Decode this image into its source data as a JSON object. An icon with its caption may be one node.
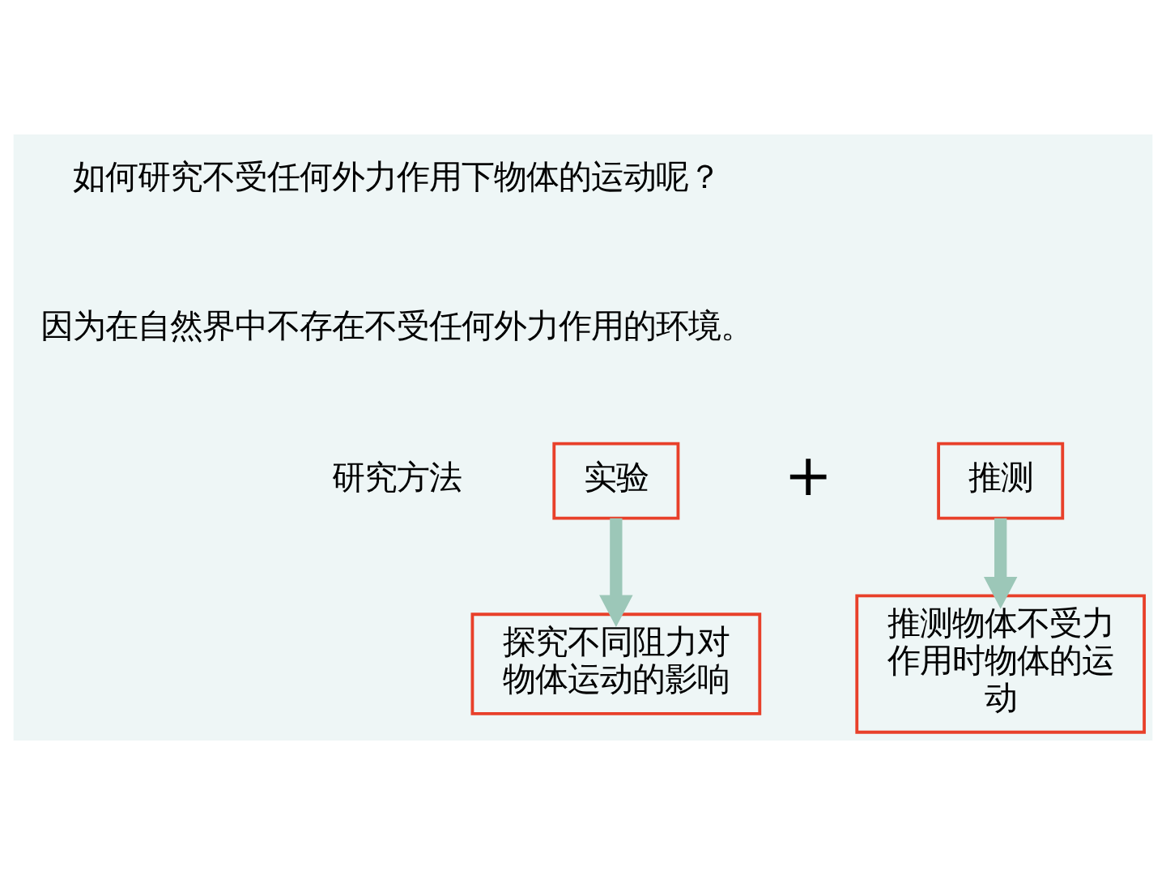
{
  "diagram": {
    "nodes": [
      {
        "text": [
          "实验"
        ]
      },
      {
        "text": [
          "推测"
        ]
      },
      {
        "text": [
          "探究不同阻力对物体运动的影响"
        ]
      },
      {
        "text": [
          "推测物体不受力作用时物体的运动"
        ]
      }
    ],
    "edges": [
      {
        "from": 0,
        "to": 2,
        "arrow": "to"
      },
      {
        "from": 1,
        "to": 3,
        "arrow": "to"
      }
    ],
    "labels": [
      "如何研究不受任何外力作用下物体的运动呢？",
      "因为在自然界中不存在不受任何外力作用的环境。",
      "研究方法",
      "+"
    ]
  }
}
